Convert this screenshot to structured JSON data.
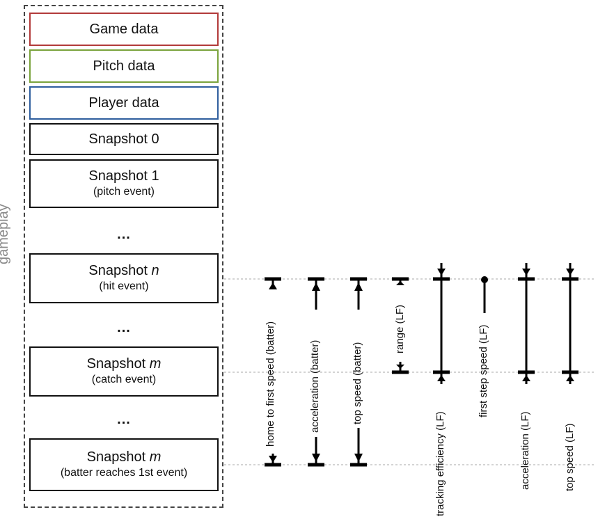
{
  "sidebar_label": "gameplay",
  "boxes": {
    "game": {
      "line1": "Game data"
    },
    "pitch": {
      "line1": "Pitch data"
    },
    "player": {
      "line1": "Player data"
    },
    "snap0": {
      "line1": "Snapshot 0"
    },
    "snap1": {
      "line1": "Snapshot 1",
      "line2": "(pitch event)"
    },
    "snapn": {
      "line1": "Snapshot ",
      "var": "n",
      "line2": "(hit event)"
    },
    "snapm1": {
      "line1": "Snapshot ",
      "var": "m",
      "line2": "(catch event)"
    },
    "snapm2": {
      "line1": "Snapshot ",
      "var": "m",
      "line2": "(batter reaches 1st event)"
    }
  },
  "ellipsis": "...",
  "metrics": [
    {
      "label": "home to first speed (batter)"
    },
    {
      "label": "acceleration (batter)"
    },
    {
      "label": "top speed (batter)"
    },
    {
      "label": "range (LF)"
    },
    {
      "label": "tracking efficiency (LF)"
    },
    {
      "label": "first step speed (LF)"
    },
    {
      "label": "acceleration (LF)"
    },
    {
      "label": "top speed (LF)"
    }
  ]
}
